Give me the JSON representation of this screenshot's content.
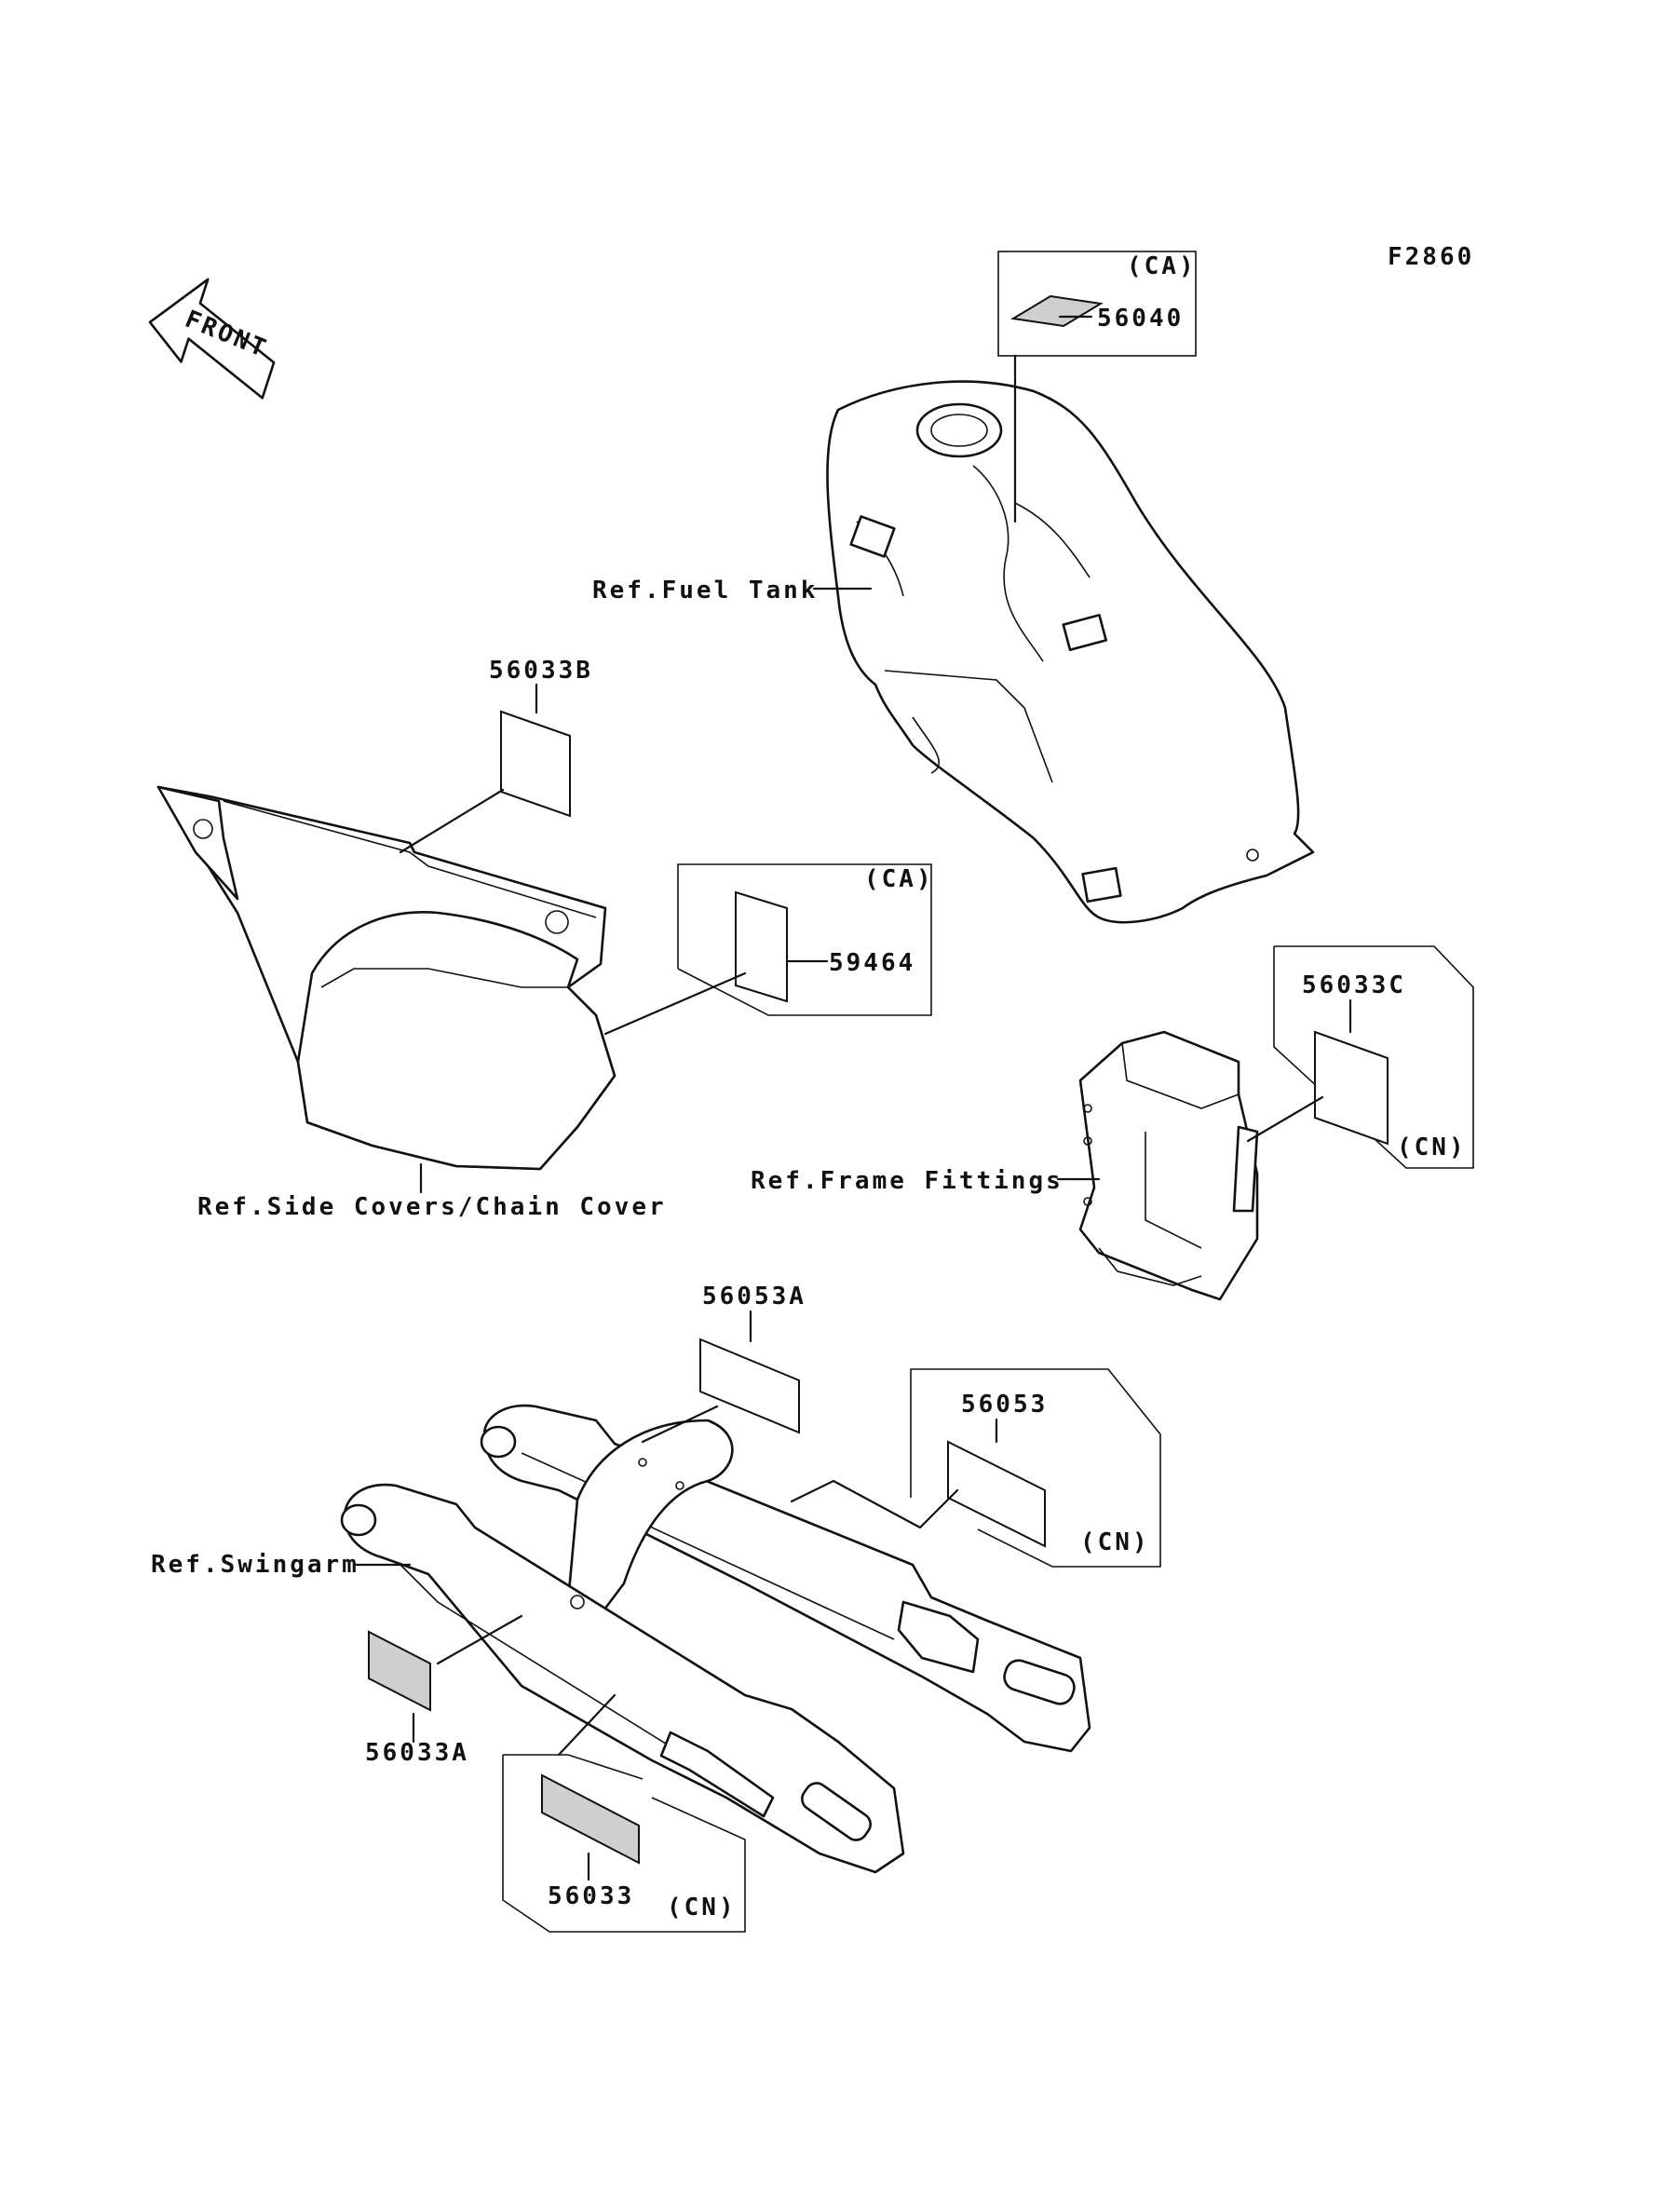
{
  "diagram": {
    "figure_code": "F2860",
    "front_arrow": {
      "label": "FRONT",
      "icon": "front-arrow-icon"
    },
    "callouts": {
      "p56040": "56040",
      "p56033B": "56033B",
      "p59464": "59464",
      "p56033C": "56033C",
      "p56053A": "56053A",
      "p56053": "56053",
      "p56033A": "56033A",
      "p56033": "56033"
    },
    "region_tags": {
      "ca_tank": "(CA)",
      "ca_side": "(CA)",
      "cn_frame": "(CN)",
      "cn_swing": "(CN)",
      "cn_bottom": "(CN)"
    },
    "references": {
      "fuel_tank": "Ref.Fuel Tank",
      "side_covers": "Ref.Side Covers/Chain Cover",
      "frame_fittings": "Ref.Frame Fittings",
      "swingarm": "Ref.Swingarm"
    }
  }
}
